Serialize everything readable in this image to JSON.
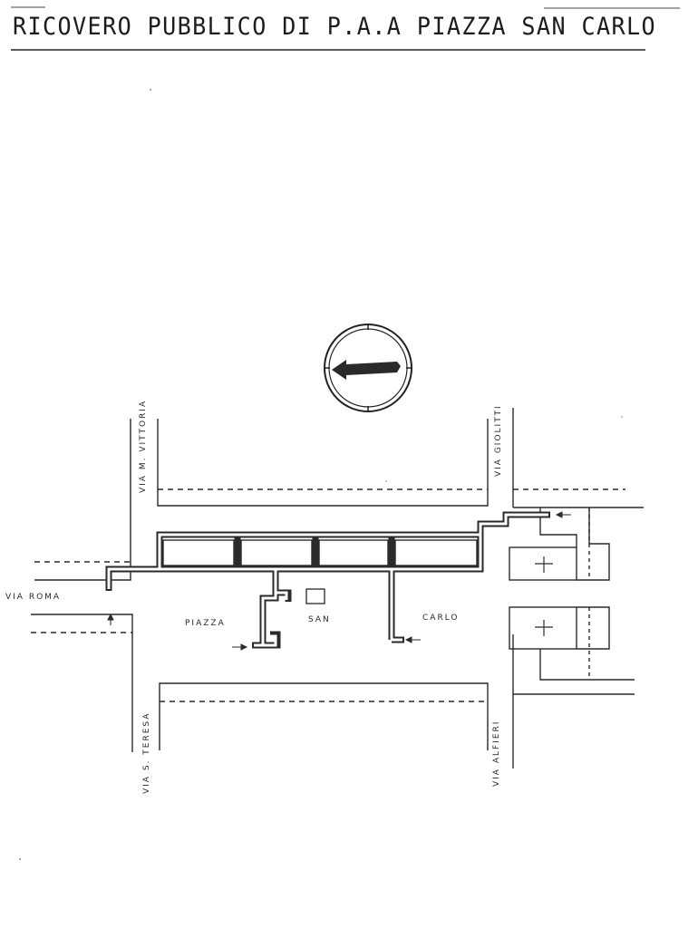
{
  "title": "RICOVERO PUBBLICO DI P.A.A PIAZZA SAN CARLO",
  "streets": {
    "via_m_vittoria": "VIA M. VITTORIA",
    "via_giolitti": "VIA GIOLITTI",
    "via_roma": "VIA ROMA",
    "via_s_teresa": "VIA S. TERESA",
    "via_alfieri": "VIA ALFIERI"
  },
  "square": {
    "word1": "PIAZZA",
    "word2": "SAN",
    "word3": "CARLO"
  },
  "icons": {
    "compass": "compass-rose-icon",
    "entrance": "entrance-arrow-icon",
    "cross": "church-cross-icon"
  },
  "colors": {
    "ink": "#2a2a2a",
    "paper": "#ffffff"
  }
}
